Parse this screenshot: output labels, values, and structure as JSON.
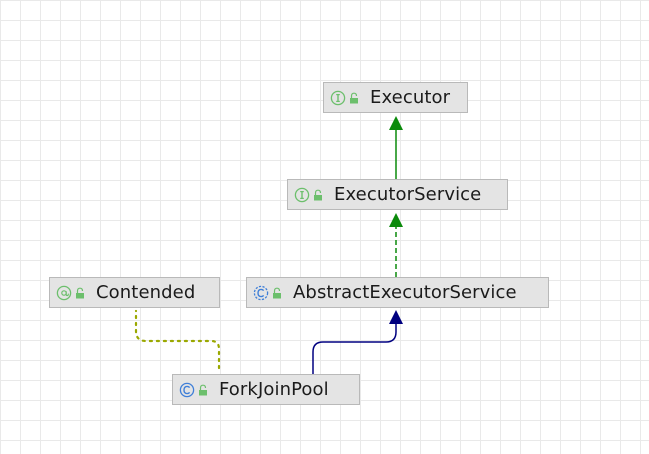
{
  "diagram": {
    "nodes": {
      "executor": {
        "label": "Executor",
        "kind": "interface",
        "icon": "interface-icon"
      },
      "executor_service": {
        "label": "ExecutorService",
        "kind": "interface",
        "icon": "interface-icon"
      },
      "abstract_executor_service": {
        "label": "AbstractExecutorService",
        "kind": "abstract-class",
        "icon": "abstract-class-icon"
      },
      "contended": {
        "label": "Contended",
        "kind": "annotation",
        "icon": "annotation-icon"
      },
      "fork_join_pool": {
        "label": "ForkJoinPool",
        "kind": "class",
        "icon": "class-icon"
      }
    },
    "edges": [
      {
        "from": "executor_service",
        "to": "executor",
        "relation": "extends",
        "style": "solid",
        "color": "#0b8a0b"
      },
      {
        "from": "abstract_executor_service",
        "to": "executor_service",
        "relation": "implements",
        "style": "dashed",
        "color": "#0b8a0b"
      },
      {
        "from": "fork_join_pool",
        "to": "abstract_executor_service",
        "relation": "extends",
        "style": "solid",
        "color": "#000080"
      },
      {
        "from": "fork_join_pool",
        "to": "contended",
        "relation": "annotated-by",
        "style": "dotted",
        "color": "#9aa800"
      }
    ],
    "colors": {
      "interface": "#6cbf6c",
      "class": "#3f7fd8",
      "annotation": "#6cbf6c",
      "lock": "#6cbf6c",
      "node_fill": "#e4e4e4",
      "node_border": "#b9b9b9",
      "grid": "#e9e9e9"
    }
  }
}
